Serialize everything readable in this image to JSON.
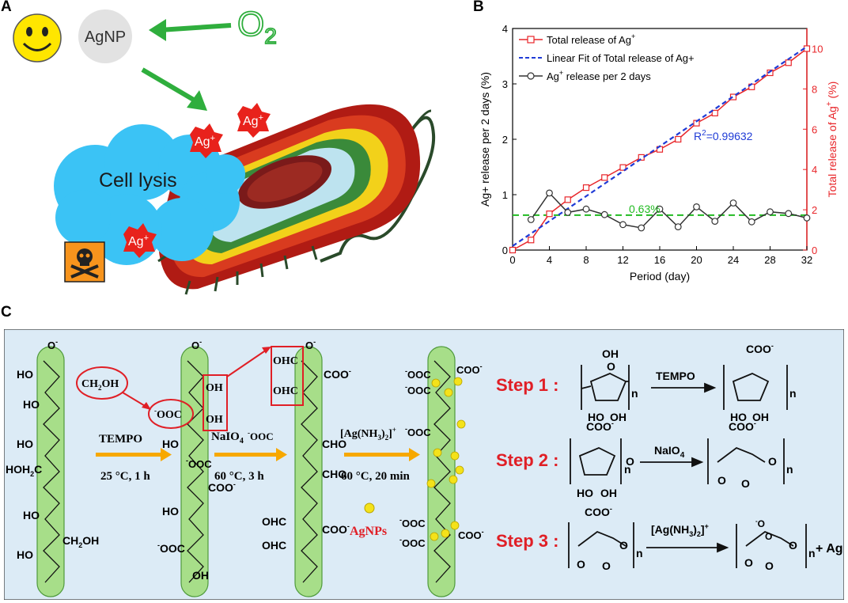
{
  "panels": {
    "a": "A",
    "b": "B",
    "c": "C"
  },
  "panel_a": {
    "agnp_label": "AgNP",
    "o2_label": "O",
    "o2_sub": "2",
    "cell_lysis_label": "Cell lysis",
    "ag_ion_label": "Ag",
    "ag_ion_sup": "+"
  },
  "chart_data": {
    "type": "line",
    "x_label": "Period (day)",
    "y_label_left": "Ag+ release per 2 days (%)",
    "y_label_right_main": "Total release of Ag",
    "y_label_right_sup": "+",
    "y_label_right_tail": " (%)",
    "x_range": [
      0,
      32
    ],
    "y_left_range": [
      0,
      4
    ],
    "y_right_range": [
      0,
      11
    ],
    "x_ticks": [
      "0",
      "4",
      "8",
      "12",
      "16",
      "20",
      "24",
      "28",
      "32"
    ],
    "y_left_ticks": [
      "0",
      "1",
      "2",
      "3",
      "4"
    ],
    "y_right_ticks": [
      "0",
      "2",
      "4",
      "6",
      "8",
      "10"
    ],
    "legend_position": "top-left",
    "series": [
      {
        "name": "Total release of Ag",
        "name_sup": "+",
        "axis": "right",
        "color": "#e8262a",
        "marker": "square",
        "x": [
          0,
          2,
          4,
          6,
          8,
          10,
          12,
          14,
          16,
          18,
          20,
          22,
          24,
          26,
          28,
          30,
          32
        ],
        "y": [
          0,
          0.5,
          1.8,
          2.5,
          3.1,
          3.6,
          4.1,
          4.6,
          5.0,
          5.5,
          6.3,
          6.8,
          7.6,
          8.1,
          8.8,
          9.3,
          10.0
        ]
      },
      {
        "name": "Linear Fit of Total release of Ag+",
        "axis": "right",
        "color": "#1f3bd6",
        "dashed": true,
        "x": [
          0,
          32
        ],
        "y": [
          0.2,
          10.1
        ]
      },
      {
        "name": "Ag",
        "name_sup": "+",
        "name_tail": " release per 2 days",
        "axis": "left",
        "color": "#333333",
        "marker": "circle",
        "x": [
          2,
          4,
          6,
          8,
          10,
          12,
          14,
          16,
          18,
          20,
          22,
          24,
          26,
          28,
          30,
          32
        ],
        "y": [
          0.55,
          1.03,
          0.68,
          0.74,
          0.64,
          0.46,
          0.4,
          0.74,
          0.42,
          0.78,
          0.52,
          0.85,
          0.51,
          0.69,
          0.66,
          0.58
        ]
      }
    ],
    "annotations": {
      "r2": "R",
      "r2_sup": "2",
      "r2_value": "=0.99632",
      "mean_label": "0.63%",
      "mean_value": 0.63,
      "mean_color": "#22bb22"
    }
  },
  "panel_c": {
    "tempo": "TEMPO",
    "cond1": "25 °C, 1 h",
    "naio4": "NaIO",
    "naio4_sub": "4",
    "cond2": "60 °C, 3 h",
    "ag_reagent": "[Ag(NH",
    "ag_reagent_sub": "3",
    "ag_reagent_tail": ")",
    "ag_reagent_sub2": "2",
    "ag_reagent_end": "]",
    "ag_reagent_sup": "+",
    "cond3": "60 °C, 20 min",
    "agnps": "AgNPs",
    "step1": "Step 1 :",
    "step2": "Step 2 :",
    "step3": "Step 3 :",
    "plus_ag": "+ Ag",
    "n": "n",
    "groups": {
      "oh": "OH",
      "ho": "HO",
      "o_minus": "O",
      "ch2oh": "CH",
      "ch2oh_sub": "2",
      "ch2oh_tail": "OH",
      "hoh2c": "HOH",
      "hoh2c_sub": "2",
      "hoh2c_tail": "C",
      "ooc": "OOC",
      "coo": "COO",
      "cho": "CHO",
      "ohc": "OHC",
      "minus": "-",
      "o": "O"
    }
  }
}
